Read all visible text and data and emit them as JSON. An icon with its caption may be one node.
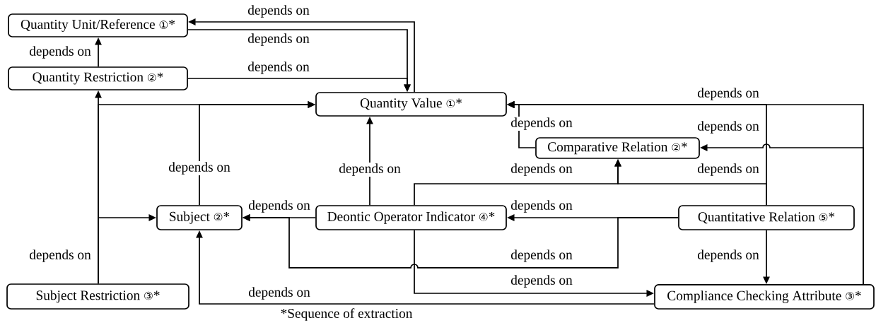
{
  "diagram": {
    "caption": "*Sequence of extraction",
    "nodes": [
      {
        "text": [
          "Quantity Unit/Reference ①*"
        ]
      },
      {
        "text": [
          "Quantity Restriction ②*"
        ]
      },
      {
        "text": [
          "Quantity Value ①*"
        ]
      },
      {
        "text": [
          "Comparative Relation ②*"
        ]
      },
      {
        "text": [
          "Subject ②*"
        ]
      },
      {
        "text": [
          "Deontic Operator Indicator ④*"
        ]
      },
      {
        "text": [
          "Quantitative Relation ⑤*"
        ]
      },
      {
        "text": [
          "Subject Restriction ③*"
        ]
      },
      {
        "text": [
          "Compliance Checking Attribute ③*"
        ]
      }
    ],
    "edges": [
      {
        "from": 2,
        "to": 0,
        "arrow": "to",
        "label": "depends on"
      },
      {
        "from": 0,
        "to": 2,
        "arrow": "to",
        "label": "depends on"
      },
      {
        "from": 1,
        "to": 2,
        "arrow": "to",
        "label": "depends on"
      },
      {
        "from": 1,
        "to": 0,
        "arrow": "to",
        "label": "depends on"
      },
      {
        "from": 7,
        "to": 1,
        "arrow": "to",
        "label": "depends on"
      },
      {
        "from": 7,
        "to": 2,
        "arrow": "to"
      },
      {
        "from": 7,
        "to": 4,
        "arrow": "to"
      },
      {
        "from": 4,
        "to": 2,
        "arrow": "to",
        "label": "depends on"
      },
      {
        "from": 5,
        "to": 2,
        "arrow": "to",
        "label": "depends on"
      },
      {
        "from": 5,
        "to": 4,
        "arrow": "to",
        "label": "depends on"
      },
      {
        "from": 6,
        "to": 4,
        "arrow": "to",
        "label": "depends on"
      },
      {
        "from": 6,
        "to": 5,
        "arrow": "to",
        "label": "depends on"
      },
      {
        "from": 5,
        "to": 8,
        "arrow": "to",
        "label": "depends on"
      },
      {
        "from": 8,
        "to": 4,
        "arrow": "to",
        "label": "depends on"
      },
      {
        "from": 6,
        "to": 8,
        "arrow": "to",
        "label": "depends on"
      },
      {
        "from": 6,
        "to": 2,
        "arrow": "to",
        "label": "depends on"
      },
      {
        "from": 8,
        "to": 2,
        "arrow": "to"
      },
      {
        "from": 8,
        "to": 3,
        "arrow": "to",
        "label": "depends on"
      },
      {
        "from": 5,
        "to": 3,
        "arrow": "to",
        "label": "depends on"
      },
      {
        "from": 6,
        "to": 3,
        "arrow": "to",
        "label": "depends on"
      },
      {
        "from": 3,
        "to": 2,
        "arrow": "to",
        "label": "depends on"
      }
    ]
  }
}
